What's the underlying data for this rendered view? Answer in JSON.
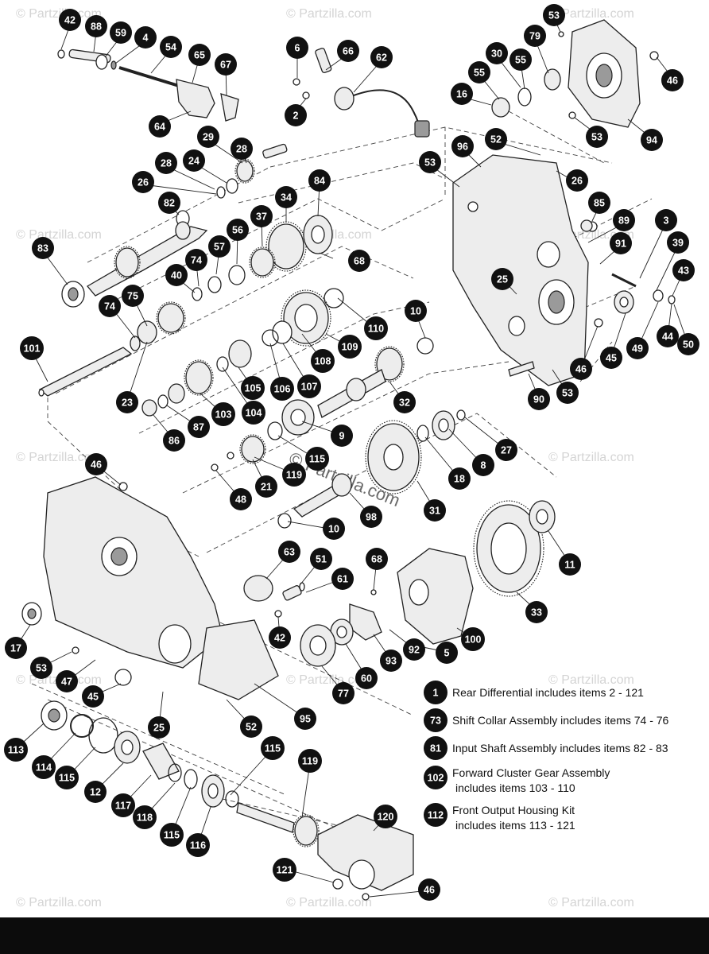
{
  "watermark": {
    "text": "© Partzilla.com",
    "center_text": "© Partzilla.com"
  },
  "callouts": [
    {
      "id": "c42a",
      "label": "42"
    },
    {
      "id": "c88",
      "label": "88"
    },
    {
      "id": "c59",
      "label": "59"
    },
    {
      "id": "c4",
      "label": "4"
    },
    {
      "id": "c54",
      "label": "54"
    },
    {
      "id": "c65",
      "label": "65"
    },
    {
      "id": "c67",
      "label": "67"
    },
    {
      "id": "c64",
      "label": "64"
    },
    {
      "id": "c6",
      "label": "6"
    },
    {
      "id": "c66",
      "label": "66"
    },
    {
      "id": "c62",
      "label": "62"
    },
    {
      "id": "c2",
      "label": "2"
    },
    {
      "id": "c53a",
      "label": "53"
    },
    {
      "id": "c79",
      "label": "79"
    },
    {
      "id": "c30",
      "label": "30"
    },
    {
      "id": "c55a",
      "label": "55"
    },
    {
      "id": "c55b",
      "label": "55"
    },
    {
      "id": "c16",
      "label": "16"
    },
    {
      "id": "c46a",
      "label": "46"
    },
    {
      "id": "c53b",
      "label": "53"
    },
    {
      "id": "c94",
      "label": "94"
    },
    {
      "id": "c29",
      "label": "29"
    },
    {
      "id": "c28a",
      "label": "28"
    },
    {
      "id": "c28b",
      "label": "28"
    },
    {
      "id": "c24",
      "label": "24"
    },
    {
      "id": "c26a",
      "label": "26"
    },
    {
      "id": "c82",
      "label": "82"
    },
    {
      "id": "c34",
      "label": "34"
    },
    {
      "id": "c84",
      "label": "84"
    },
    {
      "id": "c52a",
      "label": "52"
    },
    {
      "id": "c96",
      "label": "96"
    },
    {
      "id": "c53c",
      "label": "53"
    },
    {
      "id": "c26b",
      "label": "26"
    },
    {
      "id": "c85",
      "label": "85"
    },
    {
      "id": "c89",
      "label": "89"
    },
    {
      "id": "c3",
      "label": "3"
    },
    {
      "id": "c83",
      "label": "83"
    },
    {
      "id": "c37",
      "label": "37"
    },
    {
      "id": "c56",
      "label": "56"
    },
    {
      "id": "c57",
      "label": "57"
    },
    {
      "id": "c74a",
      "label": "74"
    },
    {
      "id": "c40",
      "label": "40"
    },
    {
      "id": "c68a",
      "label": "68"
    },
    {
      "id": "c91",
      "label": "91"
    },
    {
      "id": "c39",
      "label": "39"
    },
    {
      "id": "c43",
      "label": "43"
    },
    {
      "id": "c25a",
      "label": "25"
    },
    {
      "id": "c74b",
      "label": "74"
    },
    {
      "id": "c75",
      "label": "75"
    },
    {
      "id": "c10a",
      "label": "10"
    },
    {
      "id": "c110",
      "label": "110"
    },
    {
      "id": "c101",
      "label": "101"
    },
    {
      "id": "c109",
      "label": "109"
    },
    {
      "id": "c45a",
      "label": "45"
    },
    {
      "id": "c49",
      "label": "49"
    },
    {
      "id": "c44",
      "label": "44"
    },
    {
      "id": "c50",
      "label": "50"
    },
    {
      "id": "c108",
      "label": "108"
    },
    {
      "id": "c46b",
      "label": "46"
    },
    {
      "id": "c23",
      "label": "23"
    },
    {
      "id": "c105",
      "label": "105"
    },
    {
      "id": "c106",
      "label": "106"
    },
    {
      "id": "c107",
      "label": "107"
    },
    {
      "id": "c90",
      "label": "90"
    },
    {
      "id": "c53d",
      "label": "53"
    },
    {
      "id": "c32",
      "label": "32"
    },
    {
      "id": "c103",
      "label": "103"
    },
    {
      "id": "c104",
      "label": "104"
    },
    {
      "id": "c86",
      "label": "86"
    },
    {
      "id": "c87",
      "label": "87"
    },
    {
      "id": "c9",
      "label": "9"
    },
    {
      "id": "c27",
      "label": "27"
    },
    {
      "id": "c115a",
      "label": "115"
    },
    {
      "id": "c8",
      "label": "8"
    },
    {
      "id": "c18",
      "label": "18"
    },
    {
      "id": "c46c",
      "label": "46"
    },
    {
      "id": "c119a",
      "label": "119"
    },
    {
      "id": "c21",
      "label": "21"
    },
    {
      "id": "c48",
      "label": "48"
    },
    {
      "id": "c31",
      "label": "31"
    },
    {
      "id": "c98",
      "label": "98"
    },
    {
      "id": "c10b",
      "label": "10"
    },
    {
      "id": "c11",
      "label": "11"
    },
    {
      "id": "c63",
      "label": "63"
    },
    {
      "id": "c51",
      "label": "51"
    },
    {
      "id": "c61",
      "label": "61"
    },
    {
      "id": "c68b",
      "label": "68"
    },
    {
      "id": "c33",
      "label": "33"
    },
    {
      "id": "c42b",
      "label": "42"
    },
    {
      "id": "c100",
      "label": "100"
    },
    {
      "id": "c17",
      "label": "17"
    },
    {
      "id": "c53e",
      "label": "53"
    },
    {
      "id": "c47",
      "label": "47"
    },
    {
      "id": "c92",
      "label": "92"
    },
    {
      "id": "c93",
      "label": "93"
    },
    {
      "id": "c5",
      "label": "5"
    },
    {
      "id": "c60",
      "label": "60"
    },
    {
      "id": "c77",
      "label": "77"
    },
    {
      "id": "c45b",
      "label": "45"
    },
    {
      "id": "c95",
      "label": "95"
    },
    {
      "id": "c52b",
      "label": "52"
    },
    {
      "id": "c25b",
      "label": "25"
    },
    {
      "id": "c113",
      "label": "113"
    },
    {
      "id": "c114",
      "label": "114"
    },
    {
      "id": "c115b",
      "label": "115"
    },
    {
      "id": "c12",
      "label": "12"
    },
    {
      "id": "c115c",
      "label": "115"
    },
    {
      "id": "c119b",
      "label": "119"
    },
    {
      "id": "c117",
      "label": "117"
    },
    {
      "id": "c118",
      "label": "118"
    },
    {
      "id": "c115d",
      "label": "115"
    },
    {
      "id": "c116",
      "label": "116"
    },
    {
      "id": "c120",
      "label": "120"
    },
    {
      "id": "c121",
      "label": "121"
    },
    {
      "id": "c46d",
      "label": "46"
    }
  ],
  "legend": [
    {
      "num": "1",
      "line1": "Rear Differential includes items 2 - 121",
      "line2": ""
    },
    {
      "num": "73",
      "line1": "Shift Collar Assembly includes items 74 - 76",
      "line2": ""
    },
    {
      "num": "81",
      "line1": "Input Shaft Assembly includes items 82 - 83",
      "line2": ""
    },
    {
      "num": "102",
      "line1": "Forward Cluster Gear Assembly",
      "line2": "includes items 103 - 110"
    },
    {
      "num": "112",
      "line1": "Front Output Housing Kit",
      "line2": "includes items 113 - 121"
    }
  ]
}
